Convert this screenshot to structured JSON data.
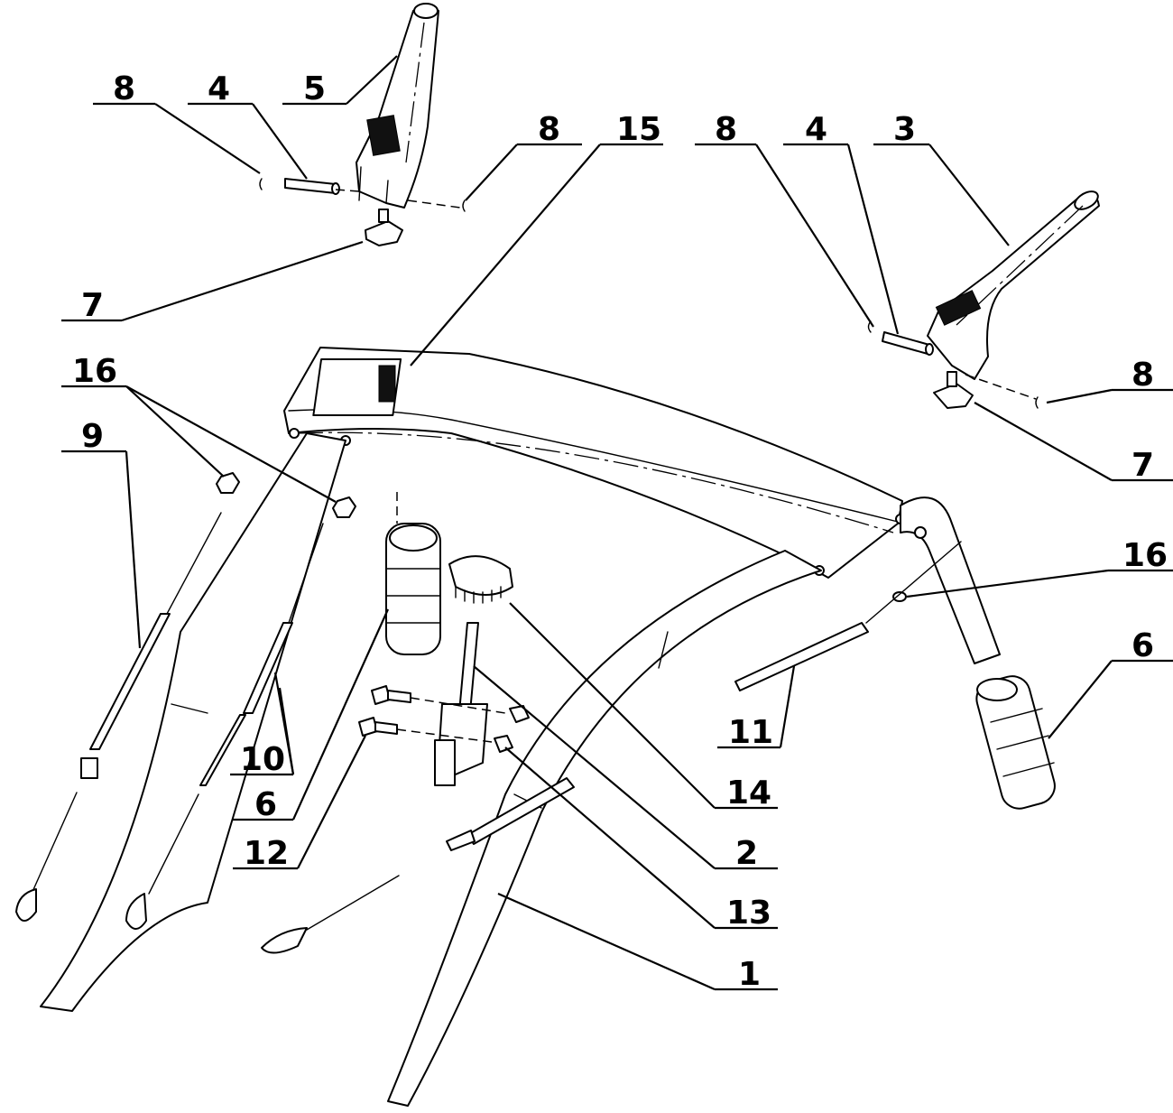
{
  "callouts": [
    {
      "id": "c8a",
      "label": "8"
    },
    {
      "id": "c4a",
      "label": "4"
    },
    {
      "id": "c5",
      "label": "5"
    },
    {
      "id": "c8b",
      "label": "8"
    },
    {
      "id": "c15",
      "label": "15"
    },
    {
      "id": "c8c",
      "label": "8"
    },
    {
      "id": "c4b",
      "label": "4"
    },
    {
      "id": "c3",
      "label": "3"
    },
    {
      "id": "c7a",
      "label": "7"
    },
    {
      "id": "c8d",
      "label": "8"
    },
    {
      "id": "c7b",
      "label": "7"
    },
    {
      "id": "c16a",
      "label": "16"
    },
    {
      "id": "c9",
      "label": "9"
    },
    {
      "id": "c16b",
      "label": "16"
    },
    {
      "id": "c6b",
      "label": "6"
    },
    {
      "id": "c10",
      "label": "10"
    },
    {
      "id": "c11",
      "label": "11"
    },
    {
      "id": "c6a",
      "label": "6"
    },
    {
      "id": "c14",
      "label": "14"
    },
    {
      "id": "c12",
      "label": "12"
    },
    {
      "id": "c2",
      "label": "2"
    },
    {
      "id": "c13",
      "label": "13"
    },
    {
      "id": "c1",
      "label": "1"
    }
  ],
  "colors": {
    "ink": "#000000",
    "paper": "#ffffff"
  }
}
